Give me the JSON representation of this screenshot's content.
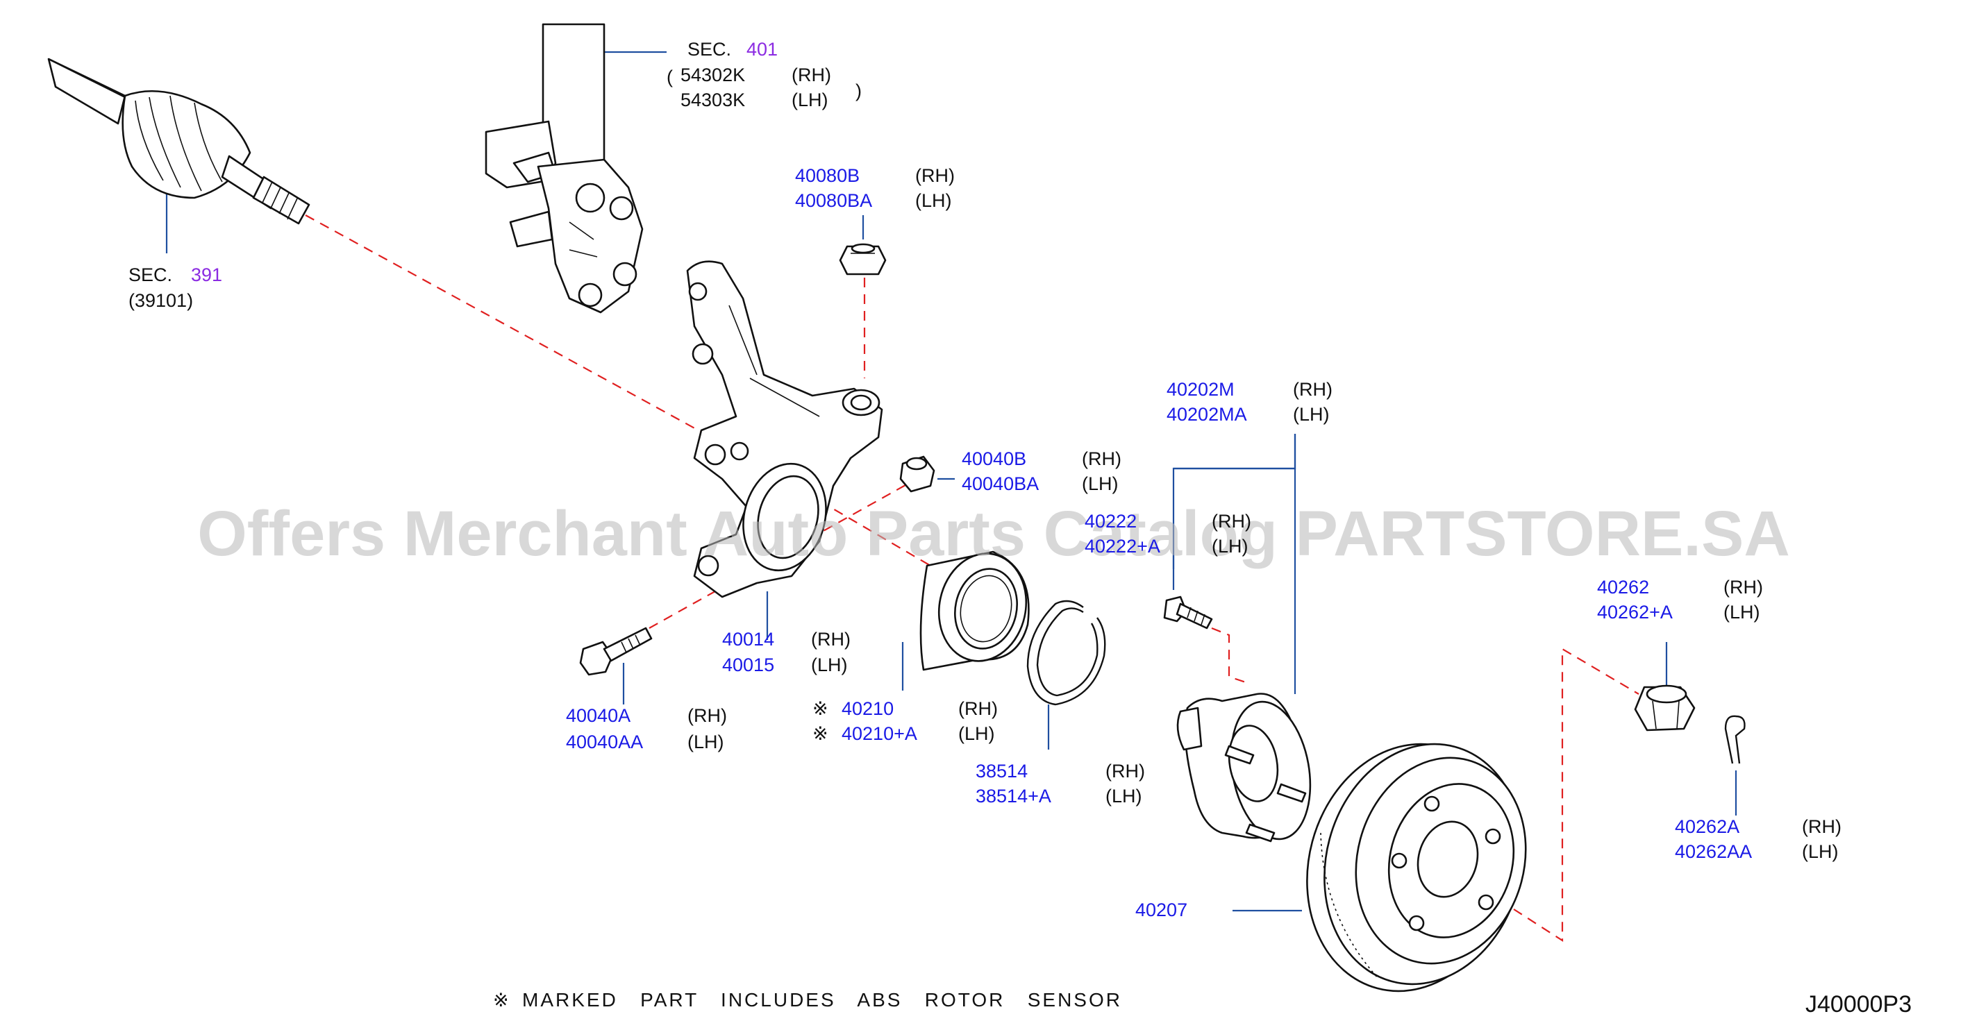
{
  "watermark": "Offers Merchant Auto Parts Catalog PARTSTORE.SA",
  "footer": {
    "note_symbol": "※",
    "note_text": "MARKED   PART   INCLUDES   ABS   ROTOR   SENSOR",
    "diagram_code": "J40000P3"
  },
  "callouts": {
    "strut": {
      "sec_prefix": "SEC.",
      "sec_number": "401",
      "paren_left": "(",
      "paren_right": ")",
      "items": [
        {
          "part": "54302K",
          "side": "(RH)"
        },
        {
          "part": "54303K",
          "side": "(LH)"
        }
      ]
    },
    "driveshaft": {
      "sec_prefix": "SEC.",
      "sec_number": "391",
      "sub": "(39101)"
    },
    "knuckle_nut": {
      "items": [
        {
          "part": "40080B",
          "side": "(RH)"
        },
        {
          "part": "40080BA",
          "side": "(LH)"
        }
      ]
    },
    "lower_nut": {
      "items": [
        {
          "part": "40040B",
          "side": "(RH)"
        },
        {
          "part": "40040BA",
          "side": "(LH)"
        }
      ]
    },
    "hub_bolt_set": {
      "items": [
        {
          "part": "40202M",
          "side": "(RH)"
        },
        {
          "part": "40202MA",
          "side": "(LH)"
        }
      ]
    },
    "hub_stud": {
      "items": [
        {
          "part": "40222",
          "side": "(RH)"
        },
        {
          "part": "40222+A",
          "side": "(LH)"
        }
      ]
    },
    "knuckle": {
      "items": [
        {
          "part": "40014",
          "side": "(RH)"
        },
        {
          "part": "40015",
          "side": "(LH)"
        }
      ]
    },
    "knuckle_bolt": {
      "items": [
        {
          "part": "40040A",
          "side": "(RH)"
        },
        {
          "part": "40040AA",
          "side": "(LH)"
        }
      ]
    },
    "bearing": {
      "mark": "※",
      "items": [
        {
          "part": "40210",
          "side": "(RH)"
        },
        {
          "part": "40210+A",
          "side": "(LH)"
        }
      ]
    },
    "snap_ring": {
      "items": [
        {
          "part": "38514",
          "side": "(RH)"
        },
        {
          "part": "38514+A",
          "side": "(LH)"
        }
      ]
    },
    "hub_nut": {
      "items": [
        {
          "part": "40262",
          "side": "(RH)"
        },
        {
          "part": "40262+A",
          "side": "(LH)"
        }
      ]
    },
    "cotter_pin": {
      "items": [
        {
          "part": "40262A",
          "side": "(RH)"
        },
        {
          "part": "40262AA",
          "side": "(LH)"
        }
      ]
    },
    "rotor": {
      "part": "40207"
    }
  }
}
